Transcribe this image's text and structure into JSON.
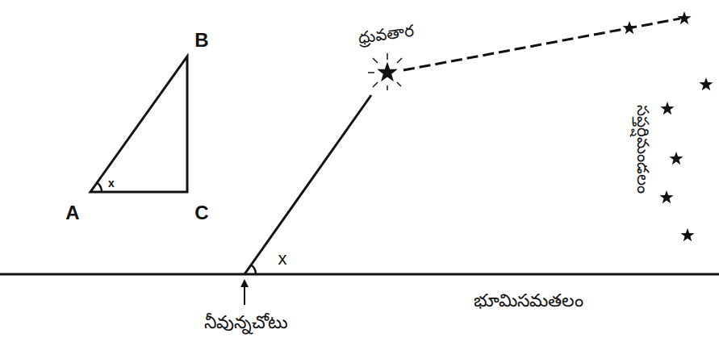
{
  "diagram": {
    "labels": [
      "B",
      "A",
      "C",
      "x",
      "ధ్రువతార",
      "సప్తర్షిమండలం",
      "x",
      "నీవున్నచోటు",
      "భూమిసమతలం"
    ]
  }
}
